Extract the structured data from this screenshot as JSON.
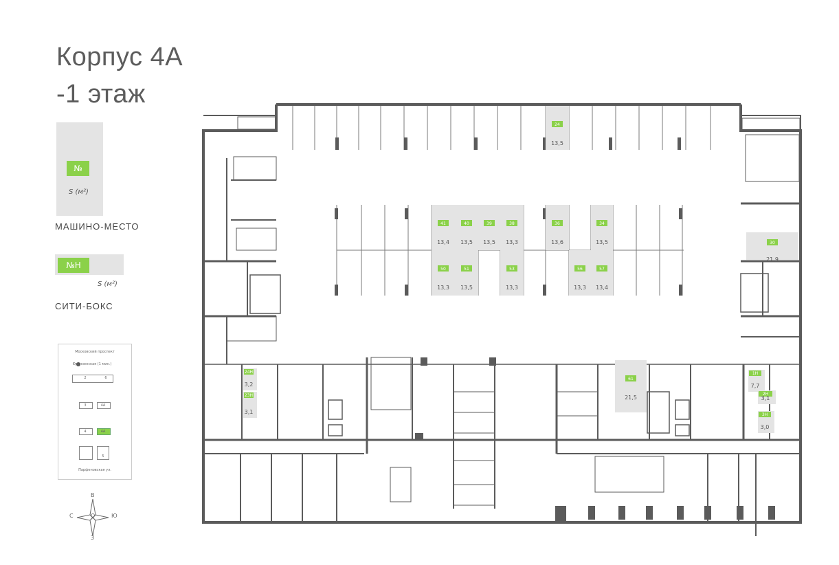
{
  "header": {
    "title_line1": "Корпус 4А",
    "title_line2": "-1 этаж"
  },
  "legend": {
    "parking": {
      "num": "№",
      "area": "S (м²)",
      "label": "МАШИНО-МЕСТО"
    },
    "citybox": {
      "num": "№Н",
      "area": "S (м²)",
      "label": "СИТИ-БОКС"
    }
  },
  "keymap": {
    "street_top": "Московский проспект",
    "metro": "Фрунзенская (1 мин.)",
    "street_bottom": "Парфеновская ул.",
    "blocks": [
      "2",
      "6",
      "3",
      "4А",
      "4",
      "4А",
      "5"
    ]
  },
  "compass": {
    "n": "В",
    "s": "З",
    "w": "С",
    "e": "Ю",
    "center": "О"
  },
  "colors": {
    "available": "#8bd14a",
    "spot": "#e4e4e4",
    "wall": "#5b5b5b"
  },
  "spots": [
    {
      "num": "24",
      "area": "13,5"
    },
    {
      "num": "41",
      "area": "13,4"
    },
    {
      "num": "40",
      "area": "13,5"
    },
    {
      "num": "39",
      "area": "13,5"
    },
    {
      "num": "38",
      "area": "13,3"
    },
    {
      "num": "36",
      "area": "13,6"
    },
    {
      "num": "34",
      "area": "13,5"
    },
    {
      "num": "50",
      "area": "13,3"
    },
    {
      "num": "51",
      "area": "13,5"
    },
    {
      "num": "53",
      "area": "13,3"
    },
    {
      "num": "56",
      "area": "13,3"
    },
    {
      "num": "57",
      "area": "13,4"
    },
    {
      "num": "30",
      "area": "21,9"
    },
    {
      "num": "61",
      "area": "21,5"
    }
  ],
  "boxes": [
    {
      "num": "24Н",
      "area": "3,2"
    },
    {
      "num": "23Н",
      "area": "3,1"
    },
    {
      "num": "1Н",
      "area": "7,7"
    },
    {
      "num": "2Н",
      "area": "3,1"
    },
    {
      "num": "3Н",
      "area": "3,0"
    }
  ]
}
